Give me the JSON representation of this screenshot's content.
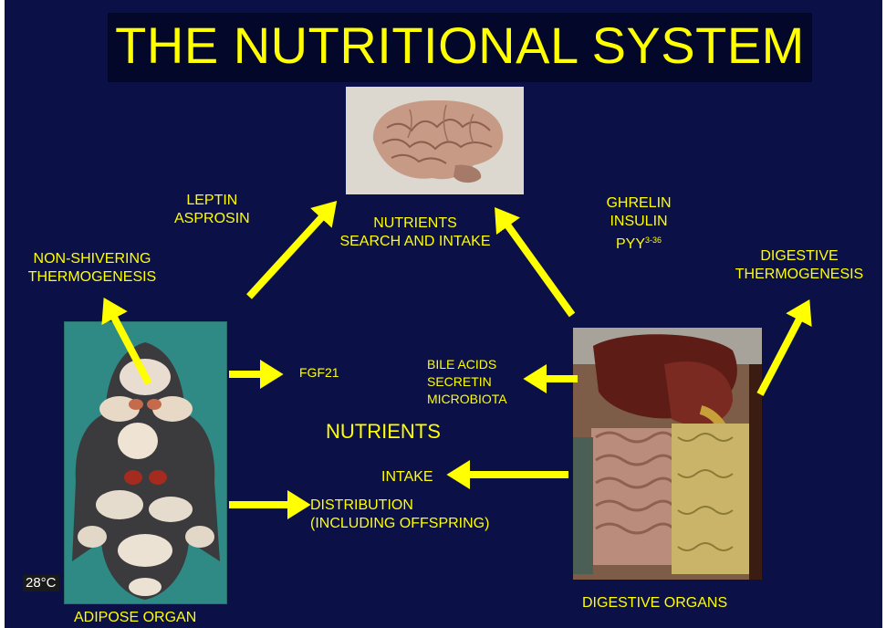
{
  "title": "THE NUTRITIONAL SYSTEM",
  "labels": {
    "leptin": "LEPTIN",
    "asprosin": "ASPROSIN",
    "nutrients_search_1": "NUTRIENTS",
    "nutrients_search_2": "SEARCH AND INTAKE",
    "ghrelin": "GHRELIN",
    "insulin": "INSULIN",
    "pyy": "PYY",
    "pyy_sup": "3-36",
    "nonshiv_1": "NON-SHIVERING",
    "nonshiv_2": "THERMOGENESIS",
    "digestive_thermo_1": "DIGESTIVE",
    "digestive_thermo_2": "THERMOGENESIS",
    "fgf21": "FGF21",
    "bile_acids": "BILE ACIDS",
    "secretin": "SECRETIN",
    "microbiota": "MICROBIOTA",
    "nutrients_center": "NUTRIENTS",
    "intake": "INTAKE",
    "distribution_1": "DISTRIBUTION",
    "distribution_2": "(INCLUDING OFFSPRING)",
    "adipose_organ": "ADIPOSE ORGAN",
    "digestive_organs": "DIGESTIVE ORGANS",
    "temperature": "28°C"
  },
  "colors": {
    "background": "#0b1046",
    "title_box": "#03082a",
    "text": "#ffff00",
    "arrow": "#ffff00"
  }
}
